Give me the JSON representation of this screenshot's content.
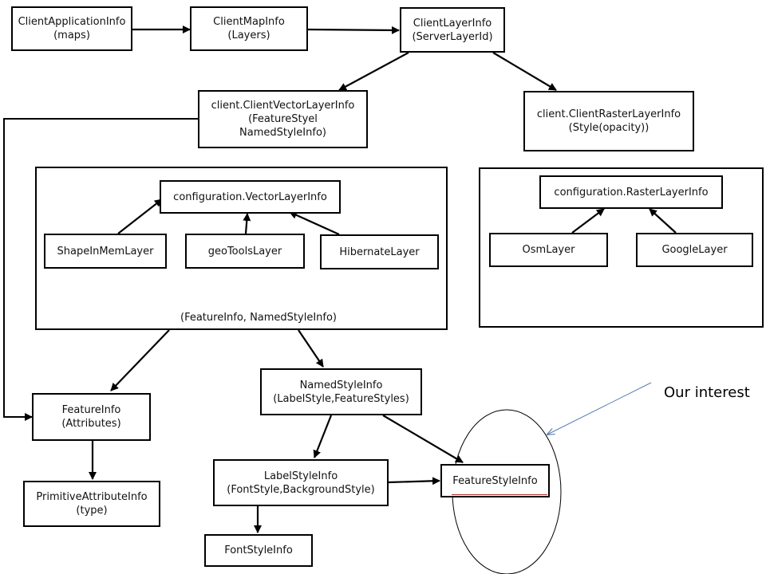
{
  "nodes": {
    "client_application_info": [
      "ClientApplicationInfo",
      "(maps)"
    ],
    "client_map_info": [
      "ClientMapInfo",
      "(Layers)"
    ],
    "client_layer_info": [
      "ClientLayerInfo",
      "(ServerLayerId)"
    ],
    "client_vector_layer_info": [
      "client.ClientVectorLayerInfo",
      "(FeatureStyel",
      "NamedStyleInfo)"
    ],
    "client_raster_layer_info": [
      "client.ClientRasterLayerInfo",
      "(Style(opacity))"
    ],
    "configuration_vector_layer_info": [
      "configuration.VectorLayerInfo"
    ],
    "shape_in_mem_layer": [
      "ShapeInMemLayer"
    ],
    "geo_tools_layer": [
      "geoToolsLayer"
    ],
    "hibernate_layer": [
      "HibernateLayer"
    ],
    "configuration_raster_layer_info": [
      "configuration.RasterLayerInfo"
    ],
    "osm_layer": [
      "OsmLayer"
    ],
    "google_layer": [
      "GoogleLayer"
    ],
    "feature_info": [
      "FeatureInfo",
      "(Attributes)"
    ],
    "named_style_info": [
      "NamedStyleInfo",
      "(LabelStyle,FeatureStyles)"
    ],
    "primitive_attribute_info": [
      "PrimitiveAttributeInfo",
      "(type)"
    ],
    "label_style_info": [
      "LabelStyleInfo",
      "(FontStyle,BackgroundStyle)"
    ],
    "feature_style_info": [
      "FeatureStyleInfo"
    ],
    "font_style_info": [
      "FontStyleInfo"
    ]
  },
  "groups": {
    "vector_group_caption": "(FeatureInfo, NamedStyleInfo)"
  },
  "annotation": {
    "label": "Our interest"
  }
}
